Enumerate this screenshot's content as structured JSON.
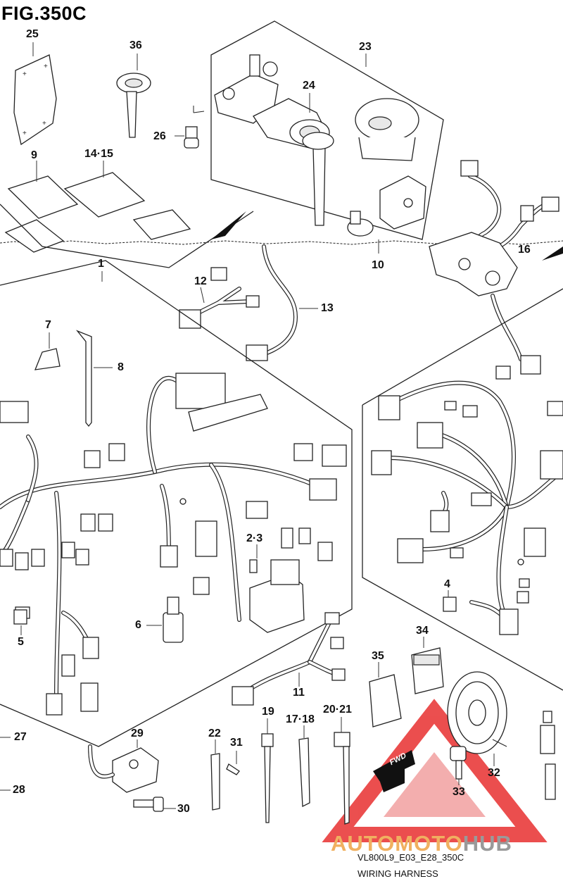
{
  "figure": {
    "title": "FIG.350C",
    "code": "VL800L9_E03_E28_350C",
    "name": "WIRING HARNESS"
  },
  "watermark": {
    "brand_part1": "AUTOMOTO",
    "brand_part2": "HUB",
    "colors": {
      "orange": "#f0b060",
      "grey": "#9a9a9a",
      "triangle": "#e83030"
    }
  },
  "fwd_badge": "FWD",
  "callouts": [
    "25",
    "36",
    "23",
    "24",
    "26",
    "9",
    "14·15",
    "10",
    "16",
    "1",
    "12",
    "13",
    "7",
    "8",
    "2·3",
    "6",
    "5",
    "4",
    "11",
    "34",
    "35",
    "22",
    "31",
    "19",
    "17·18",
    "20·21",
    "27",
    "29",
    "28",
    "30",
    "32",
    "33"
  ]
}
